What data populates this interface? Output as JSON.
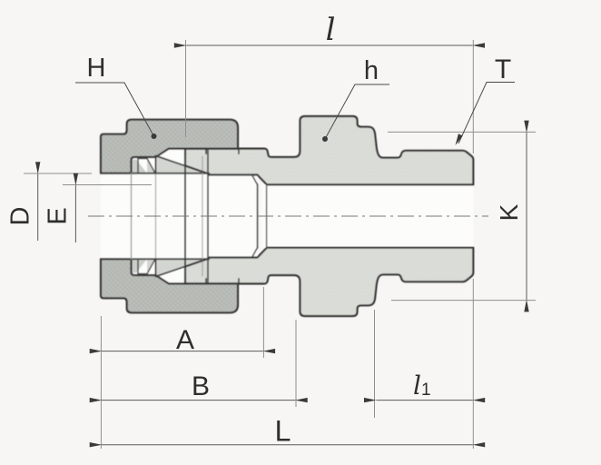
{
  "diagram": {
    "type": "engineering-drawing",
    "subject": "compression tube fitting male connector cross-section",
    "background_color": "#f7f6f4",
    "colors": {
      "nut_fill": "#bcbfba",
      "body_fill": "#dcded9",
      "void_fill": "#fcfcfb",
      "outline": "#333333",
      "dimension_line": "#5a5a5a"
    },
    "labels": {
      "length_l": "l",
      "nut_hex": "H",
      "body_hex": "h",
      "thread": "T",
      "bore_d": "D",
      "bore_e": "E",
      "thread_k": "K",
      "dim_a": "A",
      "dim_b": "B",
      "thread_len_main": "l",
      "thread_len_sub": "1",
      "overall_len": "L"
    }
  }
}
